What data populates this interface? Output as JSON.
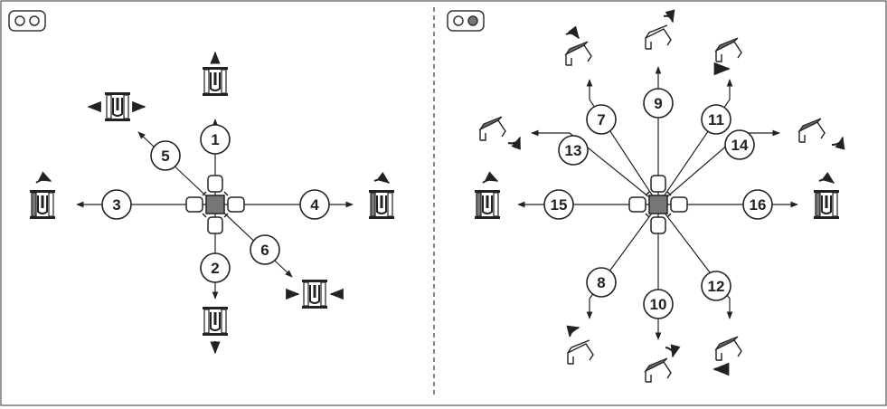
{
  "left_panel": {
    "labels": [
      {
        "id": "1",
        "text": "1"
      },
      {
        "id": "2",
        "text": "2"
      },
      {
        "id": "3",
        "text": "3"
      },
      {
        "id": "4",
        "text": "4"
      },
      {
        "id": "5",
        "text": "5"
      },
      {
        "id": "6",
        "text": "6"
      }
    ]
  },
  "right_panel": {
    "labels": [
      {
        "id": "7",
        "text": "7"
      },
      {
        "id": "8",
        "text": "8"
      },
      {
        "id": "9",
        "text": "9"
      },
      {
        "id": "10",
        "text": "10"
      },
      {
        "id": "11",
        "text": "11"
      },
      {
        "id": "12",
        "text": "12"
      },
      {
        "id": "13",
        "text": "13"
      },
      {
        "id": "14",
        "text": "14"
      },
      {
        "id": "15",
        "text": "15"
      },
      {
        "id": "16",
        "text": "16"
      }
    ]
  },
  "colors": {
    "line": "#222222",
    "fill_dark": "#666666",
    "fill_light": "#ffffff"
  }
}
